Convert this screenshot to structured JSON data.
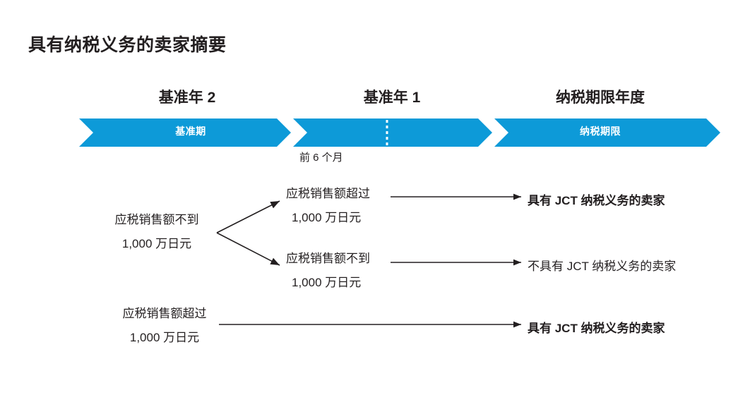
{
  "slide": {
    "title": "具有纳税义务的卖家摘要",
    "background": "#ffffff",
    "accent_blue": "#0d9ad8",
    "text_color": "#231f20"
  },
  "timeline": {
    "year_headings": [
      {
        "label": "基准年 2"
      },
      {
        "label": "基准年 1"
      },
      {
        "label": "纳税期限年度"
      }
    ],
    "bands": [
      {
        "label": "基准期",
        "color": "#0d9ad8"
      },
      {
        "label": "纳税期限",
        "color": "#0d9ad8"
      }
    ],
    "divider": {
      "style": "dashed",
      "color": "#ffffff",
      "note": "前 6 个月"
    }
  },
  "flow": {
    "branch_source": {
      "line1": "应税销售额不到",
      "line2": "1,000 万日元"
    },
    "branches": [
      {
        "condition_line1": "应税销售额超过",
        "condition_line2": "1,000 万日元",
        "result": "具有 JCT 纳税义务的卖家",
        "result_bold": true
      },
      {
        "condition_line1": "应税销售额不到",
        "condition_line2": "1,000 万日元",
        "result": "不具有 JCT 纳税义务的卖家",
        "result_bold": false
      }
    ],
    "direct": {
      "condition_line1": "应税销售额超过",
      "condition_line2": "1,000 万日元",
      "result": "具有 JCT 纳税义务的卖家",
      "result_bold": true
    }
  }
}
